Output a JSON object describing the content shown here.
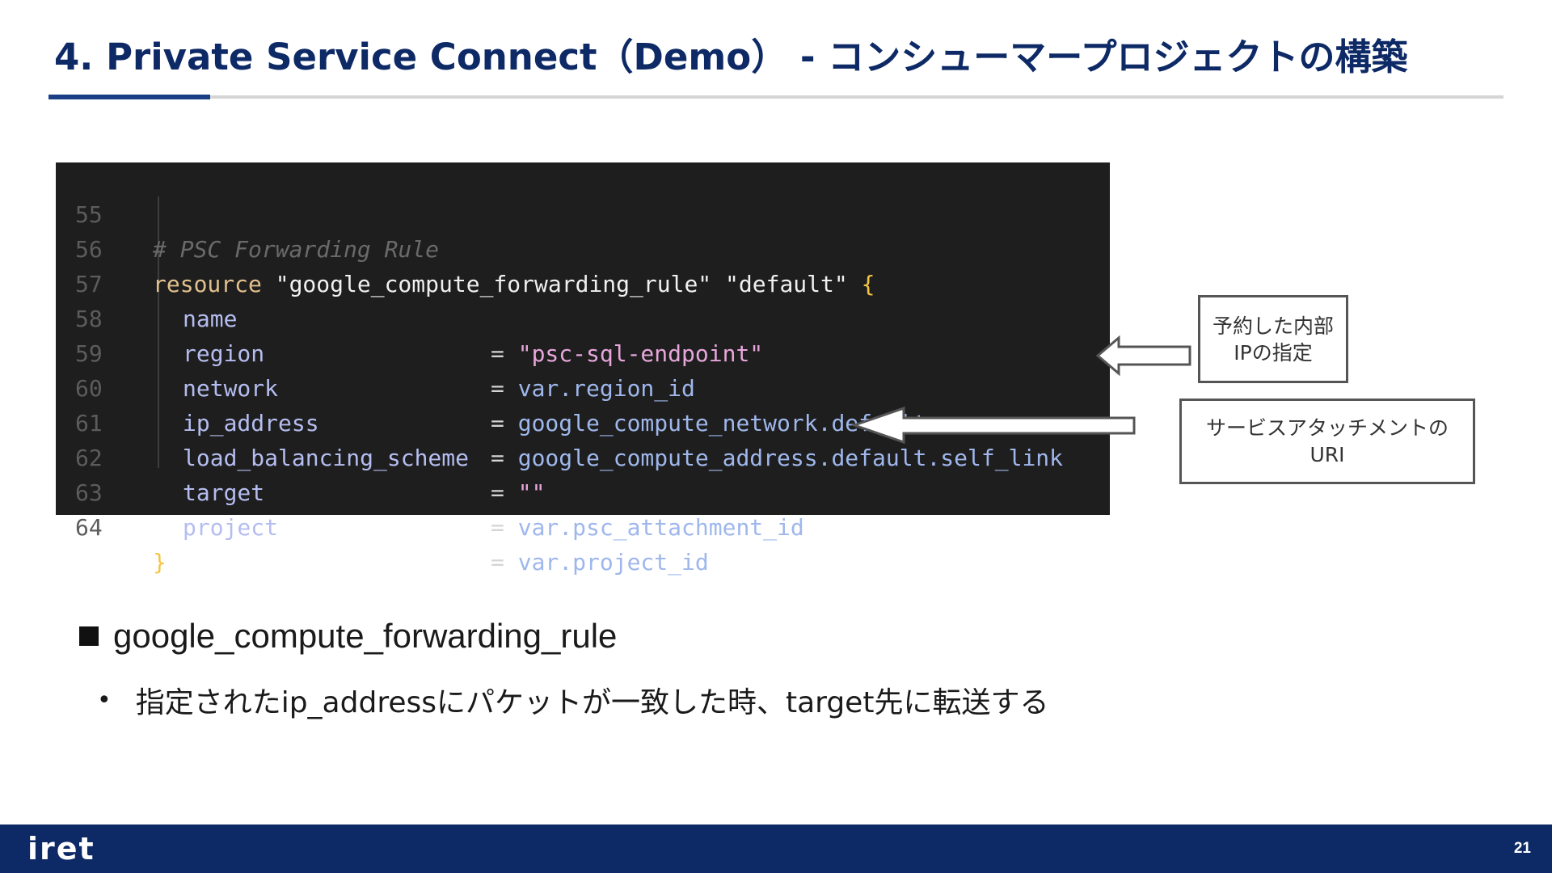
{
  "slide": {
    "title": "4. Private Service Connect（Demo） - コンシューマープロジェクトの構築"
  },
  "code": {
    "lines": [
      {
        "n": "55",
        "comment": "# PSC Forwarding Rule"
      },
      {
        "n": "56",
        "kw": "resource",
        "s1": "\"google_compute_forwarding_rule\"",
        "s2": "\"default\"",
        "brace": "{"
      },
      {
        "n": "57",
        "attr": "name",
        "op": "=",
        "val": "\"psc-sql-endpoint\""
      },
      {
        "n": "58",
        "attr": "region",
        "op": "=",
        "val": "var.region_id"
      },
      {
        "n": "59",
        "attr": "network",
        "op": "=",
        "val": "google_compute_network.default.name"
      },
      {
        "n": "60",
        "attr": "ip_address",
        "op": "=",
        "val": "google_compute_address.default.self_link"
      },
      {
        "n": "61",
        "attr": "load_balancing_scheme",
        "op": "=",
        "val": "\"\""
      },
      {
        "n": "62",
        "attr": "target",
        "op": "=",
        "val": "var.psc_attachment_id"
      },
      {
        "n": "63",
        "attr": "project",
        "op": "=",
        "val": "var.project_id"
      },
      {
        "n": "64",
        "brace": "}"
      }
    ]
  },
  "callouts": {
    "reserved_ip": {
      "line1": "予約した内部",
      "line2": "IPの指定"
    },
    "service_attachment": {
      "line1": "サービスアタッチメントの",
      "line2": "URI"
    }
  },
  "bullets": {
    "main": "google_compute_forwarding_rule",
    "sub": "指定されたip_addressにパケットが一致した時、target先に転送する"
  },
  "footer": {
    "logo": "iret",
    "page_number": "21"
  },
  "colors": {
    "title": "#0e2a66",
    "footer_bg": "#0e2a66",
    "code_bg": "#1e1e1e"
  }
}
